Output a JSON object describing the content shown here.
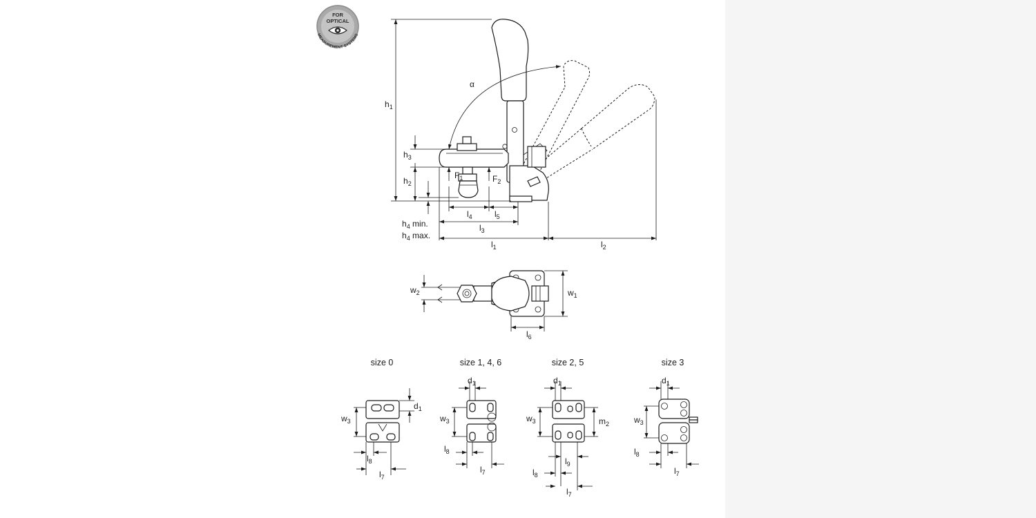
{
  "badge": {
    "top": "FOR",
    "middle": "OPTICAL",
    "ring": "MEASUREMENT SYSTEMS"
  },
  "side_view": {
    "alpha": "α",
    "h1": {
      "base": "h",
      "sub": "1"
    },
    "h2": {
      "base": "h",
      "sub": "2"
    },
    "h3": {
      "base": "h",
      "sub": "3"
    },
    "h4min": {
      "base": "h",
      "sub": "4",
      "suffix": " min."
    },
    "h4max": {
      "base": "h",
      "sub": "4",
      "suffix": " max."
    },
    "F1": {
      "base": "F",
      "sub": "1"
    },
    "F2": {
      "base": "F",
      "sub": "2"
    },
    "l1": {
      "base": "l",
      "sub": "1"
    },
    "l2": {
      "base": "l",
      "sub": "2"
    },
    "l3": {
      "base": "l",
      "sub": "3"
    },
    "l4": {
      "base": "l",
      "sub": "4"
    },
    "l5": {
      "base": "l",
      "sub": "5"
    }
  },
  "top_view": {
    "w1": {
      "base": "w",
      "sub": "1"
    },
    "w2": {
      "base": "w",
      "sub": "2"
    },
    "l6": {
      "base": "l",
      "sub": "6"
    }
  },
  "base_plates": {
    "size0": {
      "title": "size 0",
      "d1": {
        "base": "d",
        "sub": "1"
      },
      "w3": {
        "base": "w",
        "sub": "3"
      },
      "l8": {
        "base": "l",
        "sub": "8"
      },
      "l7": {
        "base": "l",
        "sub": "7"
      }
    },
    "size146": {
      "title": "size 1, 4, 6",
      "d1": {
        "base": "d",
        "sub": "1"
      },
      "w3": {
        "base": "w",
        "sub": "3"
      },
      "l8": {
        "base": "l",
        "sub": "8"
      },
      "l7": {
        "base": "l",
        "sub": "7"
      }
    },
    "size25": {
      "title": "size 2, 5",
      "d1": {
        "base": "d",
        "sub": "1"
      },
      "w3": {
        "base": "w",
        "sub": "3"
      },
      "m2": {
        "base": "m",
        "sub": "2"
      },
      "l9": {
        "base": "l",
        "sub": "9"
      },
      "l8": {
        "base": "l",
        "sub": "8"
      },
      "l7": {
        "base": "l",
        "sub": "7"
      }
    },
    "size3": {
      "title": "size 3",
      "d1": {
        "base": "d",
        "sub": "1"
      },
      "w3": {
        "base": "w",
        "sub": "3"
      },
      "l8": {
        "base": "l",
        "sub": "8"
      },
      "l7": {
        "base": "l",
        "sub": "7"
      }
    }
  }
}
